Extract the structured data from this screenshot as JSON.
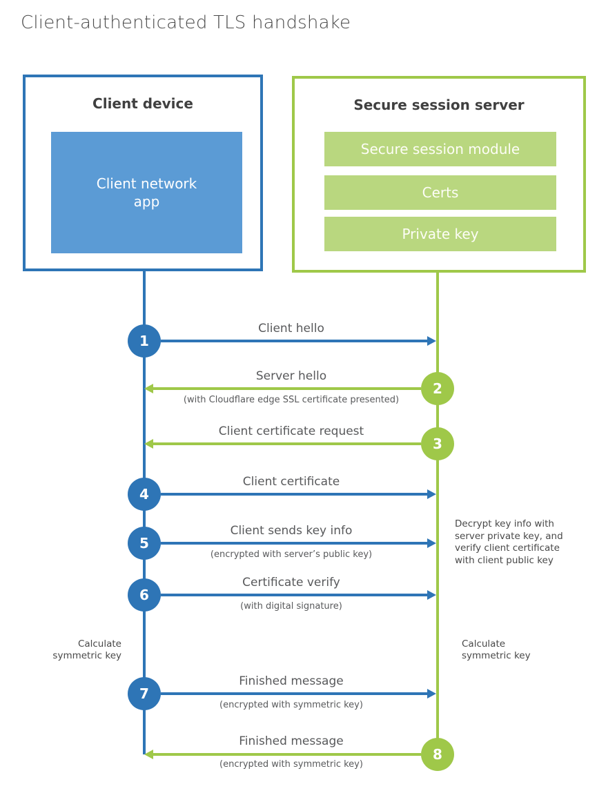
{
  "title": "Client-authenticated TLS handshake",
  "colors": {
    "blue": "#2e75b6",
    "blue_fill": "#5b9bd5",
    "green": "#9fc849",
    "green_fill": "#b9d77f",
    "text_dark": "#404040",
    "text_gray": "#58595b"
  },
  "client_box": {
    "title": "Client device",
    "inner_label": "Client network\napp"
  },
  "server_box": {
    "title": "Secure session server",
    "modules": {
      "module1": "Secure session module",
      "module2": "Certs",
      "module3": "Private key"
    }
  },
  "steps": [
    {
      "num": "1",
      "from": "client",
      "to": "server",
      "label": "Client hello",
      "sub": ""
    },
    {
      "num": "2",
      "from": "server",
      "to": "client",
      "label": "Server hello",
      "sub": "(with Cloudflare edge SSL certificate presented)"
    },
    {
      "num": "3",
      "from": "server",
      "to": "client",
      "label": "Client certificate request",
      "sub": ""
    },
    {
      "num": "4",
      "from": "client",
      "to": "server",
      "label": "Client certificate",
      "sub": ""
    },
    {
      "num": "5",
      "from": "client",
      "to": "server",
      "label": "Client sends key info",
      "sub": "(encrypted with server’s public key)"
    },
    {
      "num": "6",
      "from": "client",
      "to": "server",
      "label": "Certificate verify",
      "sub": "(with digital signature)"
    },
    {
      "num": "7",
      "from": "client",
      "to": "server",
      "label": "Finished message",
      "sub": "(encrypted with symmetric key)"
    },
    {
      "num": "8",
      "from": "server",
      "to": "client",
      "label": "Finished message",
      "sub": "(encrypted with symmetric key)"
    }
  ],
  "notes": {
    "decrypt": "Decrypt key info with\nserver private key, and\nverify client certificate\nwith client public key",
    "calc_left": "Calculate\nsymmetric key",
    "calc_right": "Calculate\nsymmetric key"
  }
}
